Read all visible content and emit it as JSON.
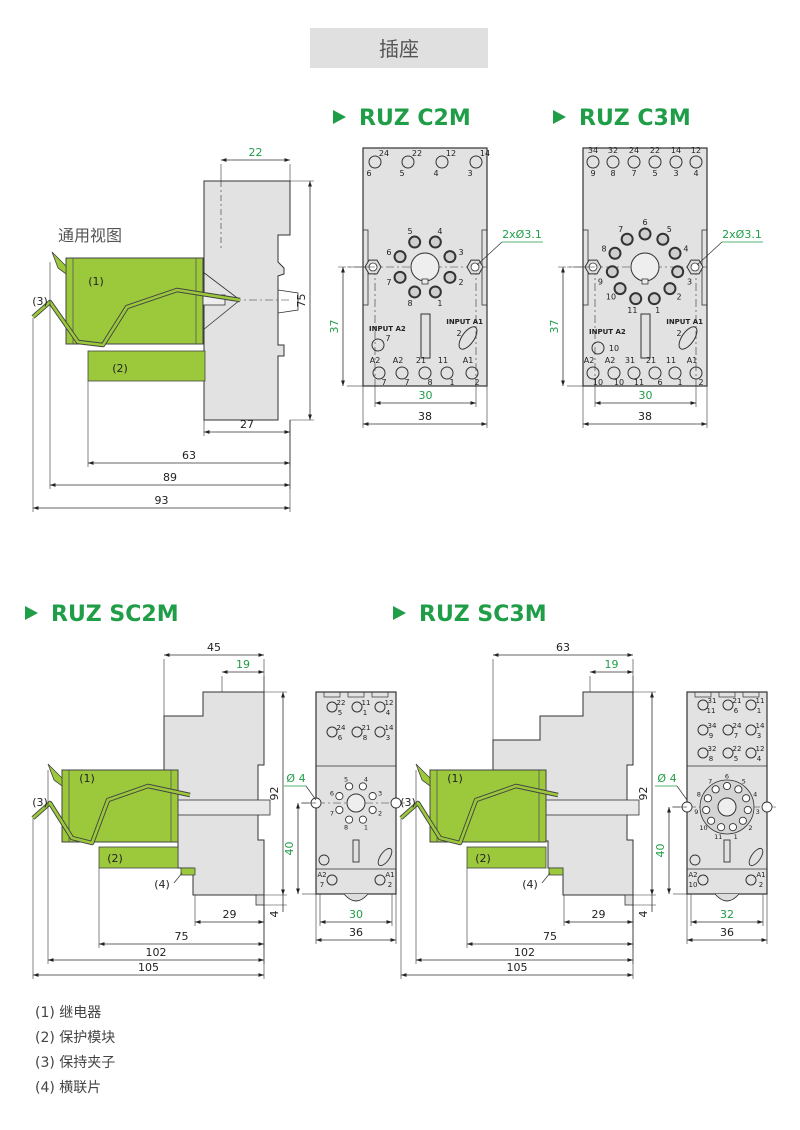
{
  "colors": {
    "accent_green": "#1f9d47",
    "relay_green": "#9cc93b",
    "socket_gray": "#e2e2e2",
    "header_bg": "#e0e0e0"
  },
  "header": {
    "title": "插座"
  },
  "general_view": {
    "label": "通用视图",
    "callouts": [
      "(1)",
      "(2)",
      "(3)"
    ],
    "dims": {
      "w22": "22",
      "h75": "75",
      "d27": "27",
      "d63": "63",
      "d89": "89",
      "d93": "93"
    }
  },
  "ruz_c2m": {
    "title": "RUZ C2M",
    "hole": "2xØ3.1",
    "dims": {
      "h37": "37",
      "w30": "30",
      "w38": "38"
    },
    "top_upper": [
      "24",
      "22",
      "12",
      "14"
    ],
    "top_lower": [
      "6",
      "5",
      "4",
      "3"
    ],
    "ring": [
      "1",
      "2",
      "3",
      "4",
      "5",
      "6",
      "7",
      "8"
    ],
    "input_a2": "INPUT A2",
    "input_a2_pin": "7",
    "input_a1": "INPUT A1",
    "input_a1_pin": "2",
    "bottom_upper": [
      "A2",
      "A2",
      "21",
      "11",
      "A1"
    ],
    "bottom_lower": [
      "7",
      "7",
      "8",
      "1",
      "2"
    ]
  },
  "ruz_c3m": {
    "title": "RUZ C3M",
    "hole": "2xØ3.1",
    "dims": {
      "h37": "37",
      "w30": "30",
      "w38": "38"
    },
    "top_upper": [
      "34",
      "32",
      "24",
      "22",
      "14",
      "12"
    ],
    "top_lower": [
      "9",
      "8",
      "7",
      "5",
      "3",
      "4"
    ],
    "ring": [
      "1",
      "2",
      "3",
      "4",
      "5",
      "6",
      "7",
      "8",
      "9",
      "10",
      "11"
    ],
    "input_a2": "INPUT A2",
    "input_a2_pin": "10",
    "input_a1": "INPUT A1",
    "input_a1_pin": "2",
    "bottom_upper": [
      "A2",
      "A2",
      "31",
      "21",
      "11",
      "A1"
    ],
    "bottom_lower": [
      "10",
      "10",
      "11",
      "6",
      "1",
      "2"
    ]
  },
  "ruz_sc2m": {
    "title": "RUZ SC2M",
    "callouts": [
      "(1)",
      "(2)",
      "(3)",
      "(4)"
    ],
    "hole": "Ø 4",
    "dims": {
      "w45": "45",
      "w19": "19",
      "h92": "92",
      "h4": "4",
      "d29": "29",
      "d75": "75",
      "d102": "102",
      "d105": "105",
      "h40": "40",
      "w30": "30",
      "w36": "36"
    },
    "rows": [
      [
        [
          "22",
          "5"
        ],
        [
          "11",
          "1"
        ],
        [
          "12",
          "4"
        ]
      ],
      [
        [
          "24",
          "6"
        ],
        [
          "21",
          "8"
        ],
        [
          "14",
          "3"
        ]
      ]
    ],
    "ring": [
      "1",
      "2",
      "3",
      "4",
      "5",
      "6",
      "7",
      "8"
    ],
    "a2": [
      "A2",
      "7"
    ],
    "a1": [
      "A1",
      "2"
    ]
  },
  "ruz_sc3m": {
    "title": "RUZ SC3M",
    "callouts": [
      "(1)",
      "(2)",
      "(3)",
      "(4)"
    ],
    "hole": "Ø 4",
    "dims": {
      "w63": "63",
      "w19": "19",
      "h92": "92",
      "h4": "4",
      "d29": "29",
      "d75": "75",
      "d102": "102",
      "d105": "105",
      "h40": "40",
      "w32": "32",
      "w36": "36"
    },
    "rows": [
      [
        [
          "31",
          "11"
        ],
        [
          "21",
          "6"
        ],
        [
          "11",
          "1"
        ]
      ],
      [
        [
          "34",
          "9"
        ],
        [
          "24",
          "7"
        ],
        [
          "14",
          "3"
        ]
      ],
      [
        [
          "32",
          "8"
        ],
        [
          "22",
          "5"
        ],
        [
          "12",
          "4"
        ]
      ]
    ],
    "ring": [
      "1",
      "2",
      "3",
      "4",
      "5",
      "6",
      "7",
      "8",
      "9",
      "10",
      "11"
    ],
    "a2": [
      "A2",
      "10"
    ],
    "a1": [
      "A1",
      "2"
    ]
  },
  "legend": [
    "(1) 继电器",
    "(2) 保护模块",
    "(3) 保持夹子",
    "(4) 横联片"
  ]
}
